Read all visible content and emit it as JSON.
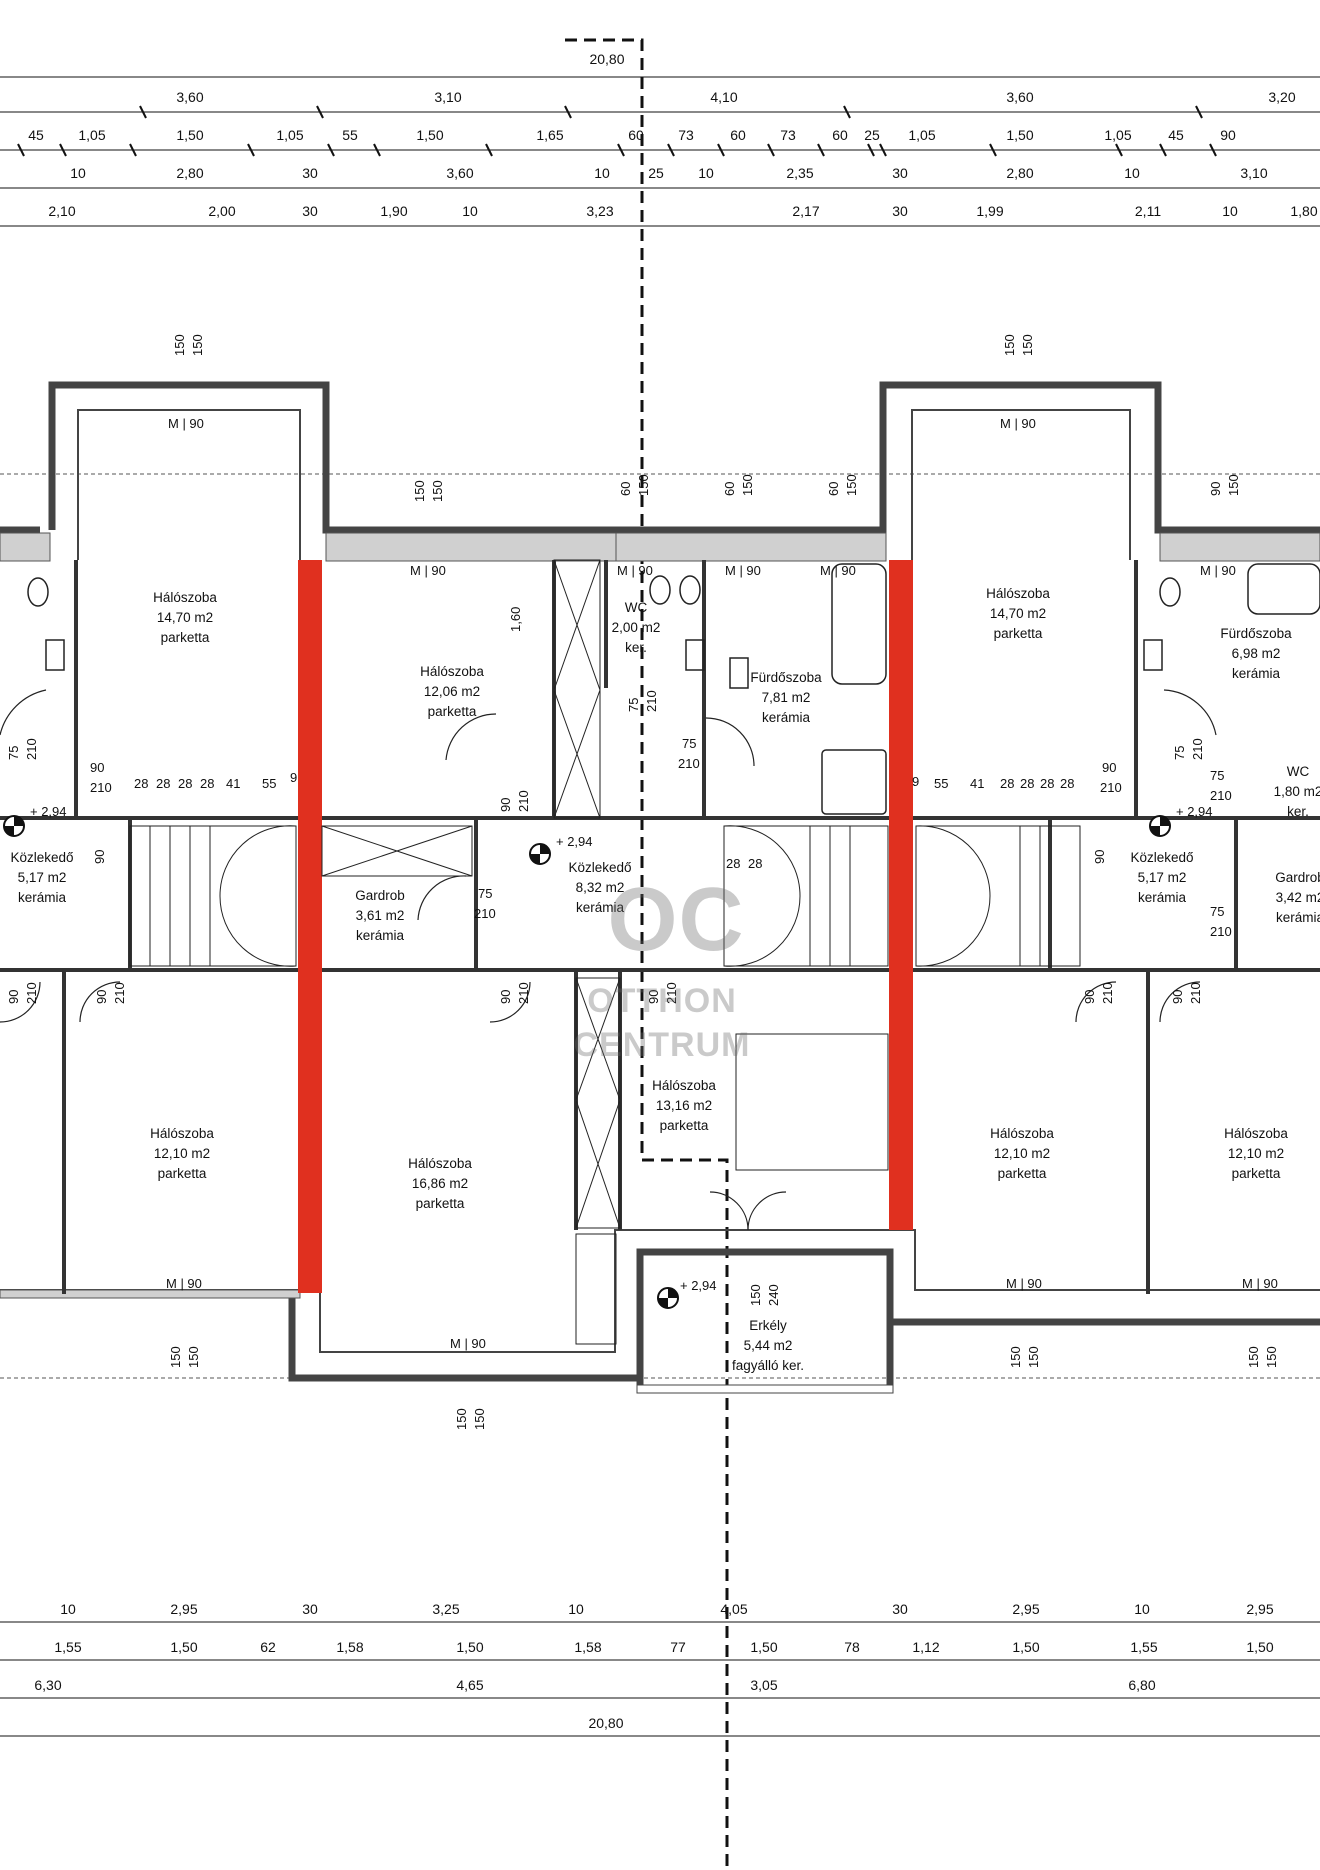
{
  "overall_width": "20,80",
  "dims_row1": [
    "3,60",
    "3,10",
    "4,10",
    "3,60",
    "3,20"
  ],
  "dims_row2": [
    "45",
    "1,05",
    "1,50",
    "1,05",
    "55",
    "1,50",
    "1,65",
    "60",
    "73",
    "60",
    "73",
    "60",
    "25",
    "1,05",
    "1,50",
    "1,05",
    "45",
    "90"
  ],
  "dims_row3": [
    "10",
    "2,80",
    "30",
    "3,60",
    "10",
    "25",
    "10",
    "2,35",
    "30",
    "2,80",
    "10",
    "3,10"
  ],
  "dims_row4": [
    "2,10",
    "2,00",
    "30",
    "1,90",
    "10",
    "3,23",
    "2,17",
    "30",
    "1,99",
    "2,11",
    "10",
    "1,80"
  ],
  "bot_row1": [
    "10",
    "2,95",
    "30",
    "3,25",
    "10",
    "4,05",
    "30",
    "2,95",
    "10",
    "2,95"
  ],
  "bot_row2": [
    "1,55",
    "1,50",
    "62",
    "1,58",
    "1,50",
    "1,58",
    "77",
    "1,50",
    "78",
    "1,12",
    "1,50",
    "1,55",
    "1,50"
  ],
  "bot_row3": [
    "6,30",
    "4,65",
    "3,05",
    "6,80"
  ],
  "bot_total": "20,80",
  "rooms": {
    "r1": {
      "name": "Hálószoba",
      "area": "14,70 m2",
      "floor": "parketta"
    },
    "r2": {
      "name": "Hálószoba",
      "area": "12,06 m2",
      "floor": "parketta"
    },
    "r3": {
      "name": "WC",
      "area": "2,00 m2",
      "floor": "ker."
    },
    "r4": {
      "name": "Fürdőszoba",
      "area": "7,81 m2",
      "floor": "kerámia"
    },
    "r5": {
      "name": "Hálószoba",
      "area": "14,70 m2",
      "floor": "parketta"
    },
    "r6": {
      "name": "Fürdőszoba",
      "area": "6,98 m2",
      "floor": "kerámia"
    },
    "r7": {
      "name": "Közlekedő",
      "area": "5,17 m2",
      "floor": "kerámia"
    },
    "r8": {
      "name": "Gardrob",
      "area": "3,61 m2",
      "floor": "kerámia"
    },
    "r9": {
      "name": "Közlekedő",
      "area": "8,32 m2",
      "floor": "kerámia"
    },
    "r10": {
      "name": "Közlekedő",
      "area": "5,17 m2",
      "floor": "kerámia"
    },
    "r11": {
      "name": "WC",
      "area": "1,80 m2",
      "floor": "ker."
    },
    "r12": {
      "name": "Gardrob",
      "area": "3,42 m2",
      "floor": "kerámia"
    },
    "r13": {
      "name": "Hálószoba",
      "area": "12,10 m2",
      "floor": "parketta"
    },
    "r14": {
      "name": "Hálószoba",
      "area": "16,86 m2",
      "floor": "parketta"
    },
    "r15": {
      "name": "Hálószoba",
      "area": "13,16 m2",
      "floor": "parketta"
    },
    "r16": {
      "name": "Hálószoba",
      "area": "12,10 m2",
      "floor": "parketta"
    },
    "r17": {
      "name": "Hálószoba",
      "area": "12,10 m2",
      "floor": "parketta"
    },
    "r18": {
      "name": "Erkély",
      "area": "5,44 m2",
      "floor": "fagyálló ker."
    }
  },
  "levels": {
    "l1": "+ 2,94",
    "l2": "+ 2,94",
    "l3": "+ 2,94",
    "l4": "+ 2,94"
  },
  "window_labels": {
    "m90": "M | 90",
    "w150": "150",
    "w60": "60",
    "w90": "90"
  },
  "door_labels": {
    "d90": "90",
    "d210": "210",
    "d75": "75",
    "d240": "240"
  },
  "stair_dims": {
    "s28": "28",
    "s41": "41",
    "s55": "55",
    "s9": "9",
    "s160": "1,60"
  },
  "watermark": {
    "logo": "OC",
    "line1": "OTTHON",
    "line2": "CENTRUM"
  },
  "colors": {
    "fire_wall": "#e0301f",
    "wall_fill": "#d8d8d8",
    "line": "#111111"
  }
}
